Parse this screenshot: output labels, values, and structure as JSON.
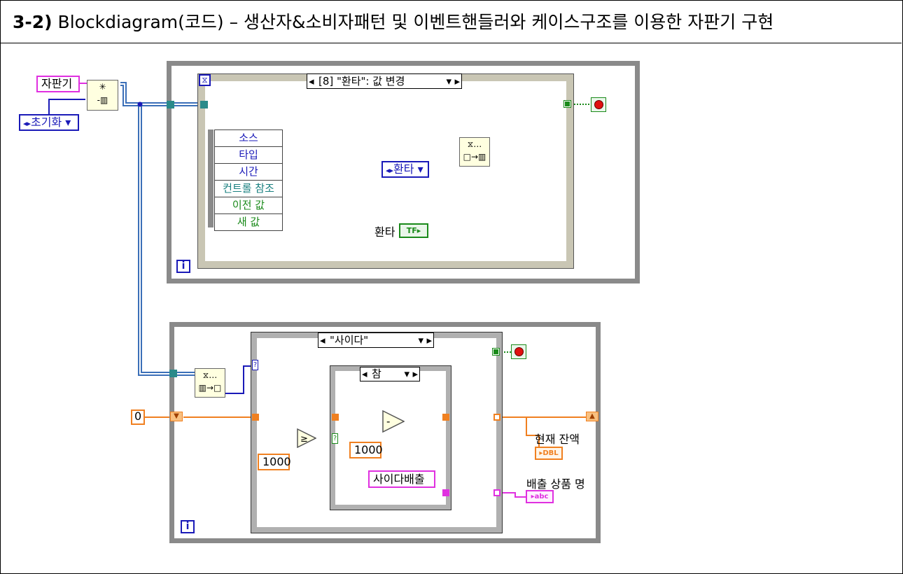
{
  "header": {
    "prefix": "3-2)",
    "title": "Blockdiagram(코드) – 생산자&소비자패턴 및 이벤트핸들러와 케이스구조를 이용한 자판기 구현"
  },
  "producer": {
    "queue_name_const": "자판기",
    "enum_init": "초기화",
    "event_selector": "[8] \"환타\": 값 변경",
    "event_data": [
      "소스",
      "타입",
      "시간",
      "컨트롤 참조",
      "이전 값",
      "새 값"
    ],
    "enum_fanta": "환타",
    "fanta_control": "환타",
    "bool_terminal": "TF",
    "iteration": "i"
  },
  "consumer": {
    "initial_value": "0",
    "case_selector": "\"사이다\"",
    "inner_case_selector": "참",
    "const_compare": "1000",
    "const_subtract": "1000",
    "string_const": "사이다배출",
    "indicator_balance": "현재 잔액",
    "indicator_balance_type": "DBL",
    "indicator_product": "배출 상품 명",
    "indicator_product_type": "abc",
    "iteration": "i"
  },
  "colors": {
    "queue_wire": "#3b6fb8",
    "numeric_wire": "#f08020",
    "string_wire": "#e030e0",
    "boolean_wire": "#1a8a1a",
    "enum_blue": "#1a1ab8"
  }
}
